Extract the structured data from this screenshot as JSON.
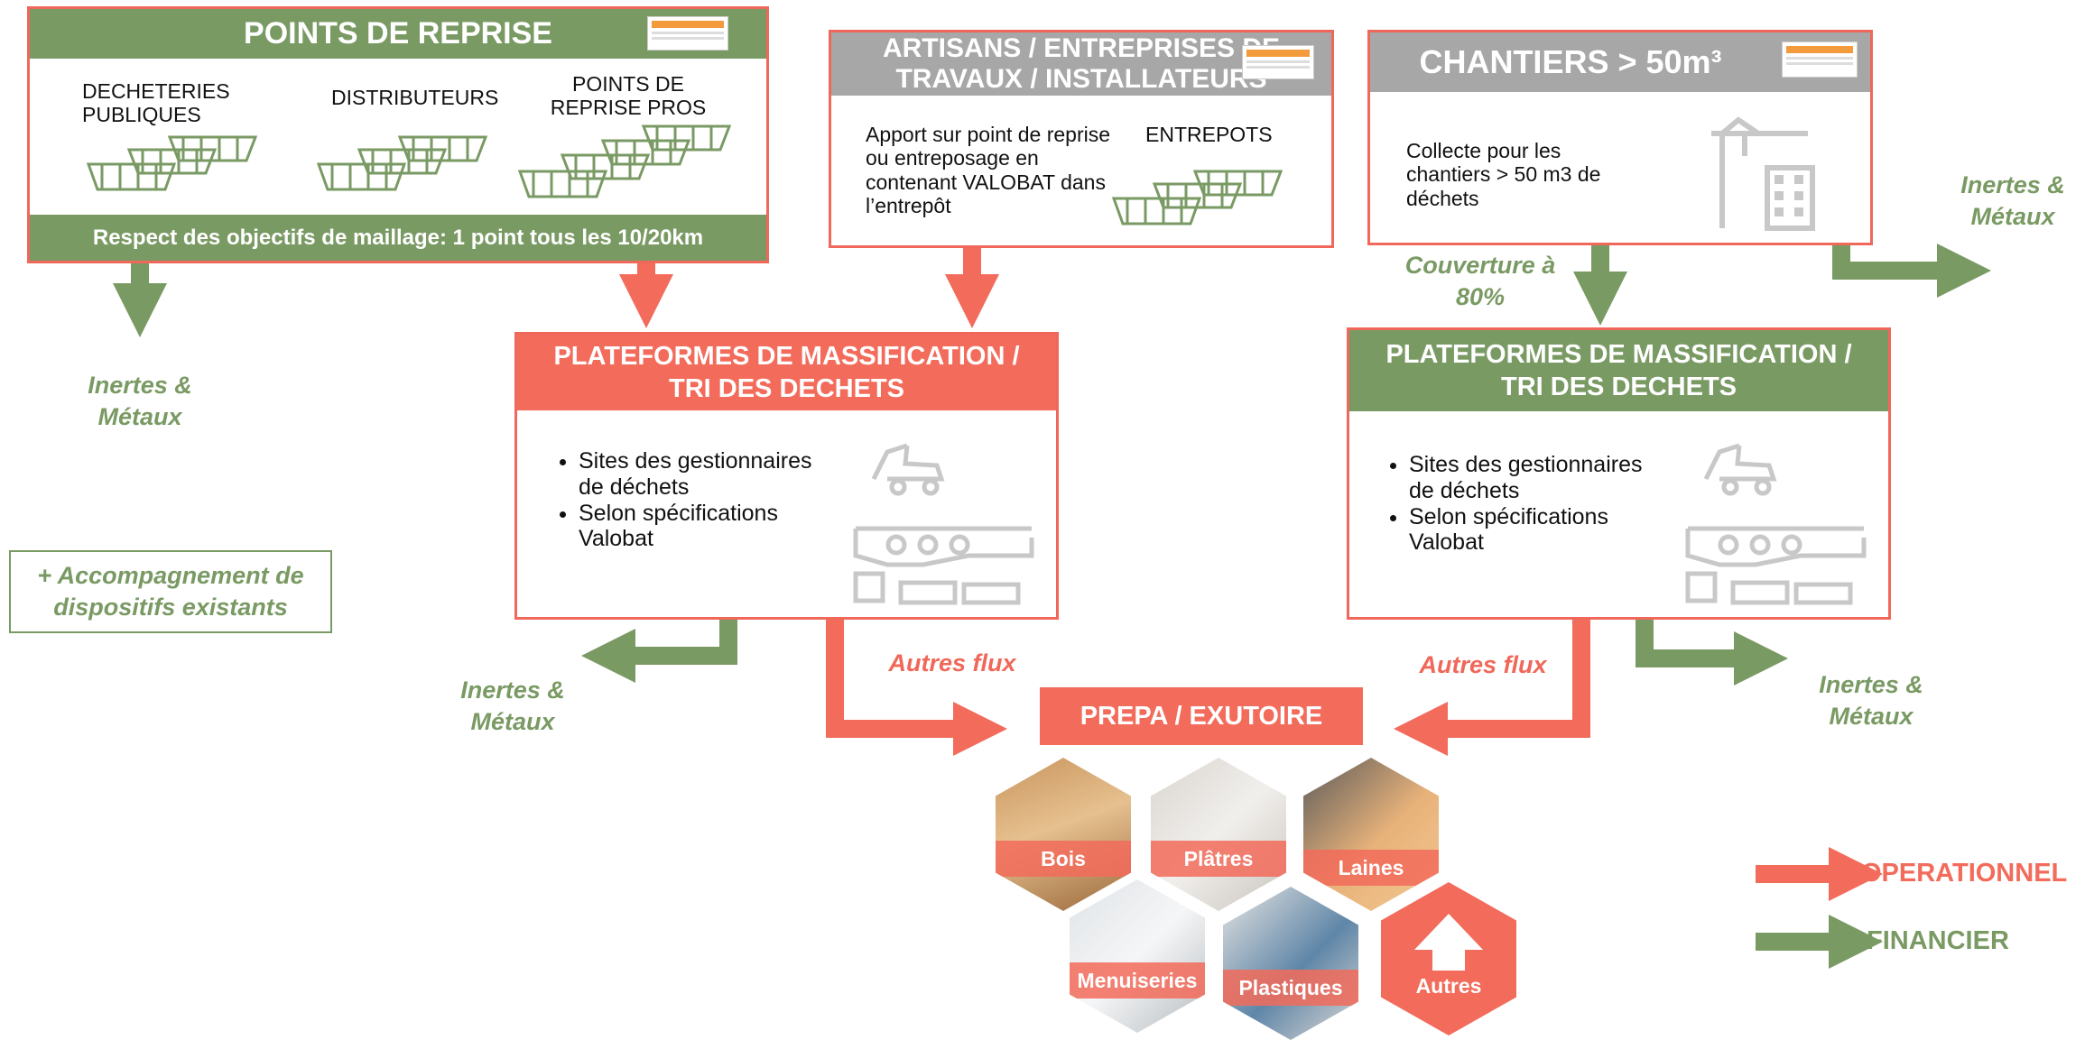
{
  "points_reprise": {
    "title": "POINTS DE REPRISE",
    "col1": "DECHETERIES PUBLIQUES",
    "col2": "DISTRIBUTEURS",
    "col3": "POINTS DE REPRISE PROS",
    "footer": "Respect des objectifs de maillage: 1 point tous les 10/20km"
  },
  "artisans": {
    "title_line1": "ARTISANS / ENTREPRISES DE",
    "title_line2": "TRAVAUX / INSTALLATEURS",
    "body": "Apport sur point de reprise ou entreposage en contenant VALOBAT dans l’entrepôt",
    "entrepots": "ENTREPOTS"
  },
  "chantiers": {
    "title": "CHANTIERS > 50m³",
    "body": "Collecte pour les chantiers > 50 m3 de déchets"
  },
  "couverture": "Couverture à 80%",
  "inertes_metaux": "Inertes & Métaux",
  "plateforme_left": {
    "title_line1": "PLATEFORMES DE MASSIFICATION /",
    "title_line2": "TRI DES DECHETS",
    "bullets": [
      "Sites des gestionnaires de déchets",
      "Selon spécifications Valobat"
    ]
  },
  "plateforme_right": {
    "title_line1": "PLATEFORMES DE MASSIFICATION /",
    "title_line2": "TRI DES DECHETS",
    "bullets": [
      "Sites des gestionnaires de déchets",
      "Selon spécifications Valobat"
    ]
  },
  "autres_flux": "Autres flux",
  "accompagnement": "+ Accompagnement de dispositifs existants",
  "prepa_exutoire": "PREPA / EXUTOIRE",
  "materials": [
    "Bois",
    "Plâtres",
    "Laines",
    "Menuiseries",
    "Plastiques",
    "Autres"
  ],
  "legend": {
    "operationnel": "OPERATIONNEL",
    "financier": "FINANCIER"
  },
  "colors": {
    "red": "#f26b5b",
    "green": "#7a9a64",
    "grey": "#a7a7a7"
  }
}
